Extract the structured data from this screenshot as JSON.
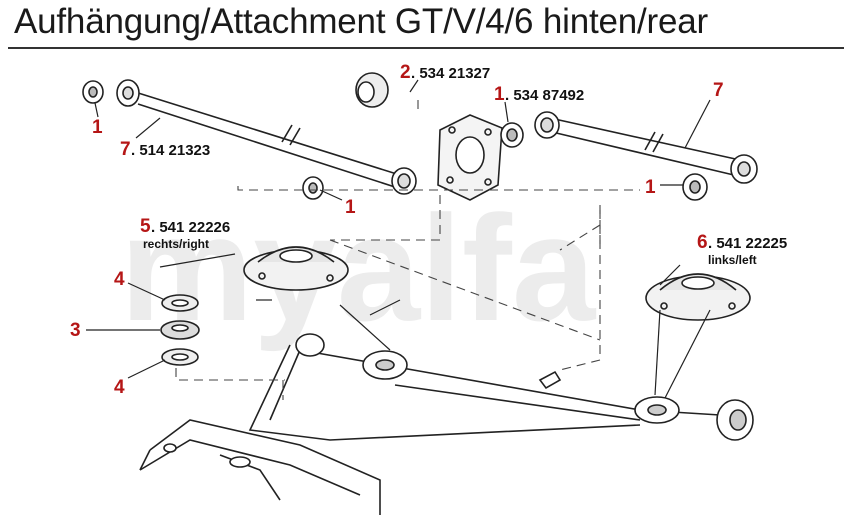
{
  "title": "Aufhängung/Attachment GT/V/4/6 hinten/rear",
  "watermark": "myalfa",
  "callouts": {
    "c1_left": {
      "num": "1"
    },
    "c7_left": {
      "num": "7",
      "part": ". 514 21323"
    },
    "c1_mid": {
      "num": "1"
    },
    "c2": {
      "num": "2",
      "part": ". 534 21327"
    },
    "c1_top": {
      "num": "1",
      "part": ". 534 87492"
    },
    "c7_right": {
      "num": "7"
    },
    "c1_right": {
      "num": "1"
    },
    "c5": {
      "num": "5",
      "part": ". 541 22226",
      "side": "rechts/right"
    },
    "c6": {
      "num": "6",
      "part": ". 541 22225",
      "side": "links/left"
    },
    "c4_top": {
      "num": "4"
    },
    "c3": {
      "num": "3"
    },
    "c4_bottom": {
      "num": "4"
    }
  },
  "colors": {
    "callout_number": "#b51616",
    "line_art": "#222222",
    "watermark": "#ececec"
  }
}
